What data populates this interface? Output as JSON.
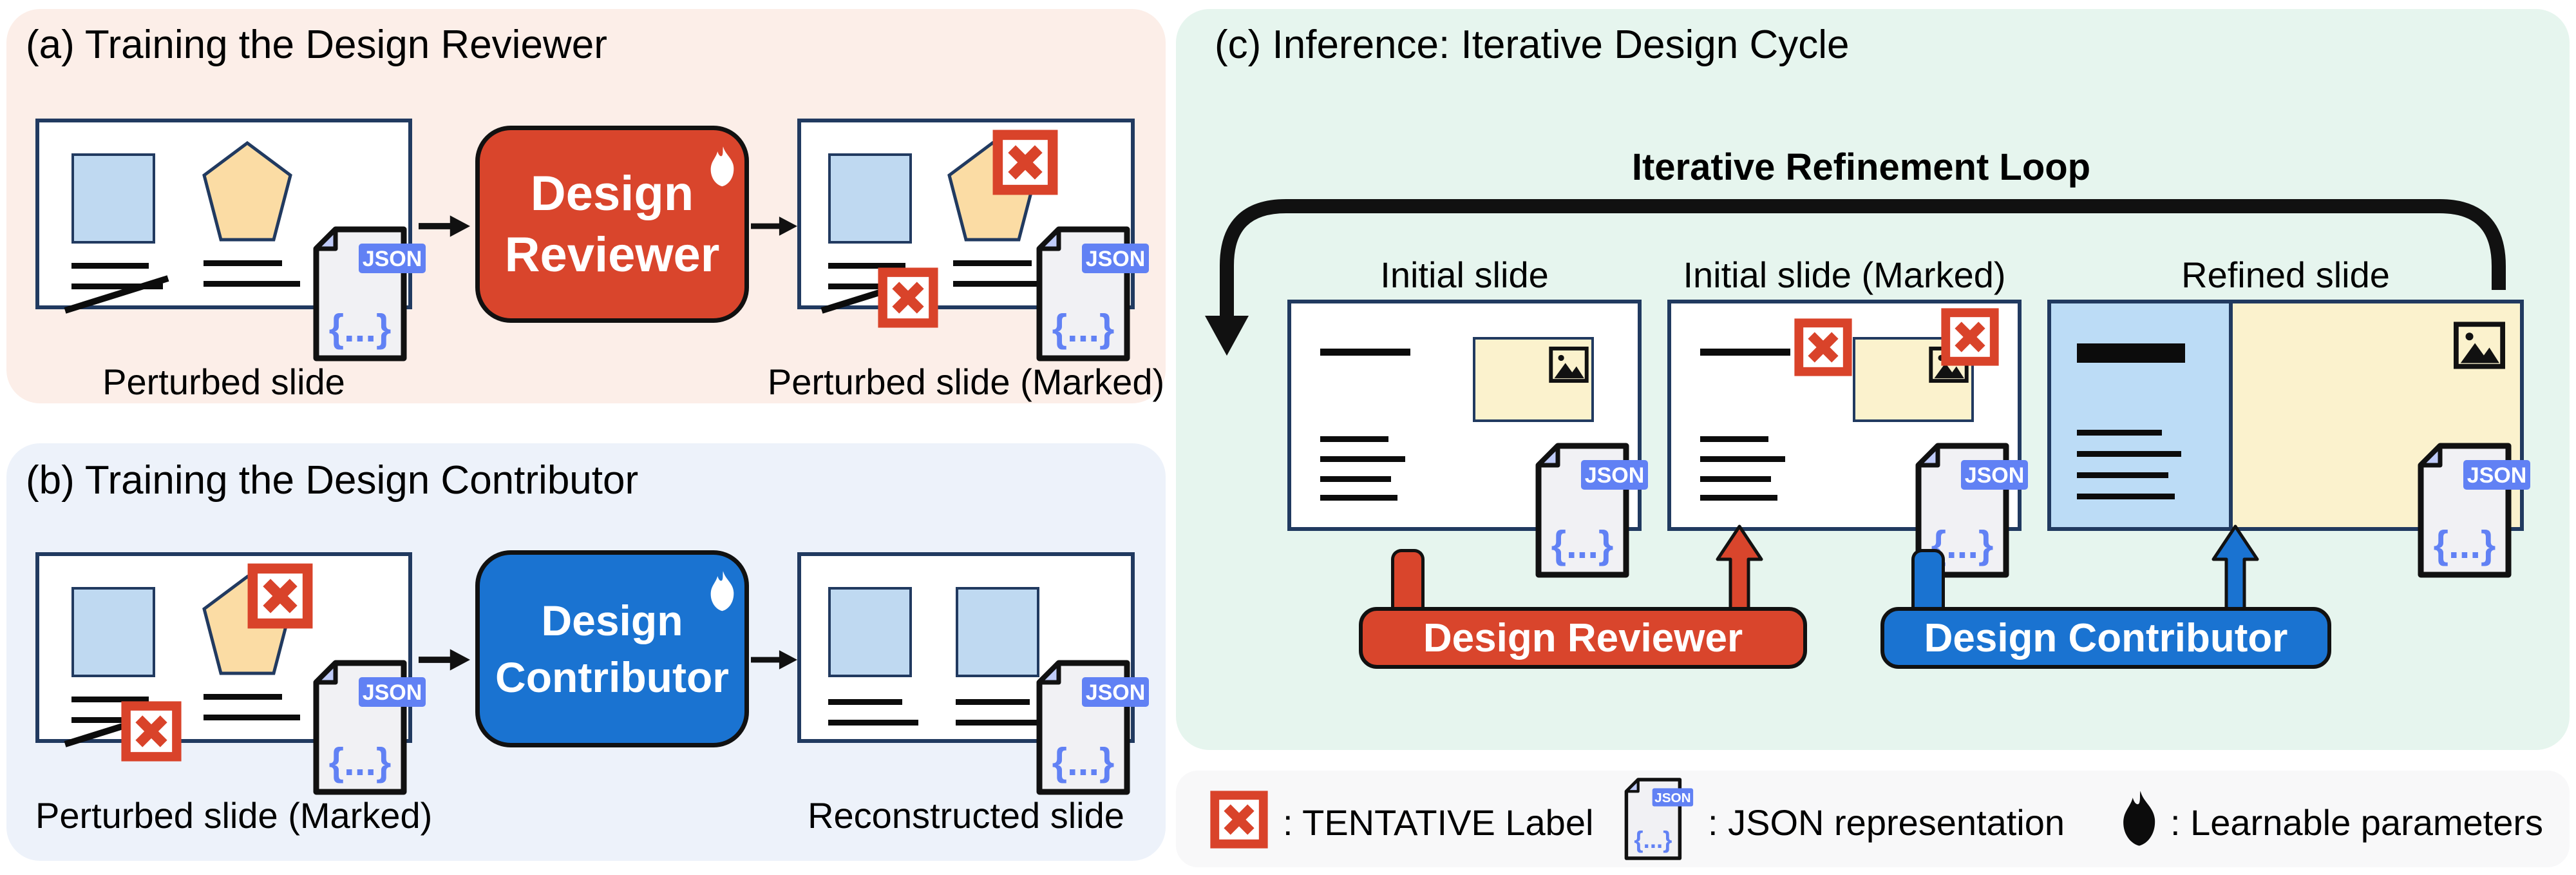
{
  "panel_a": {
    "title": "(a) Training the Design Reviewer",
    "box_line1": "Design",
    "box_line2": "Reviewer",
    "slide1_caption": "Perturbed slide",
    "slide2_caption": "Perturbed slide (Marked)"
  },
  "panel_b": {
    "title": "(b) Training the Design Contributor",
    "box_line1": "Design",
    "box_line2": "Contributor",
    "slide1_caption": "Perturbed slide (Marked)",
    "slide2_caption": "Reconstructed slide"
  },
  "panel_c": {
    "title": "(c) Inference: Iterative Design Cycle",
    "loop_label": "Iterative Refinement Loop",
    "slide1_caption": "Initial slide",
    "slide2_caption": "Initial slide (Marked)",
    "slide3_caption": "Refined slide",
    "reviewer_label": "Design Reviewer",
    "contributor_label": "Design Contributor"
  },
  "legend": {
    "tentative": ": TENTATIVE Label",
    "json": ": JSON representation",
    "learnable": ": Learnable parameters"
  },
  "json_icon": {
    "label": "JSON",
    "braces": "{...}"
  },
  "icons": [
    "json-file-icon",
    "flame-icon",
    "tentative-x-icon",
    "image-icon",
    "arrow-right-icon",
    "arrow-up-icon",
    "loop-arrow-icon"
  ],
  "colors": {
    "reviewer_red": "#d9452c",
    "contributor_blue": "#1a73d1",
    "mark_red": "#d9432a",
    "panel_a_bg": "#fceee8",
    "panel_b_bg": "#edf2fa",
    "panel_c_bg": "#e6f5ee",
    "legend_bg": "#f8f8f9",
    "navy_border": "#213a60",
    "shape_blue": "#bfd9f1",
    "shape_orange": "#fbdca4",
    "shape_yellow": "#fbf2cd",
    "json_blue": "#6181f4",
    "page_gray": "#f1f1f4",
    "fold_blue": "#bfcbf8"
  }
}
